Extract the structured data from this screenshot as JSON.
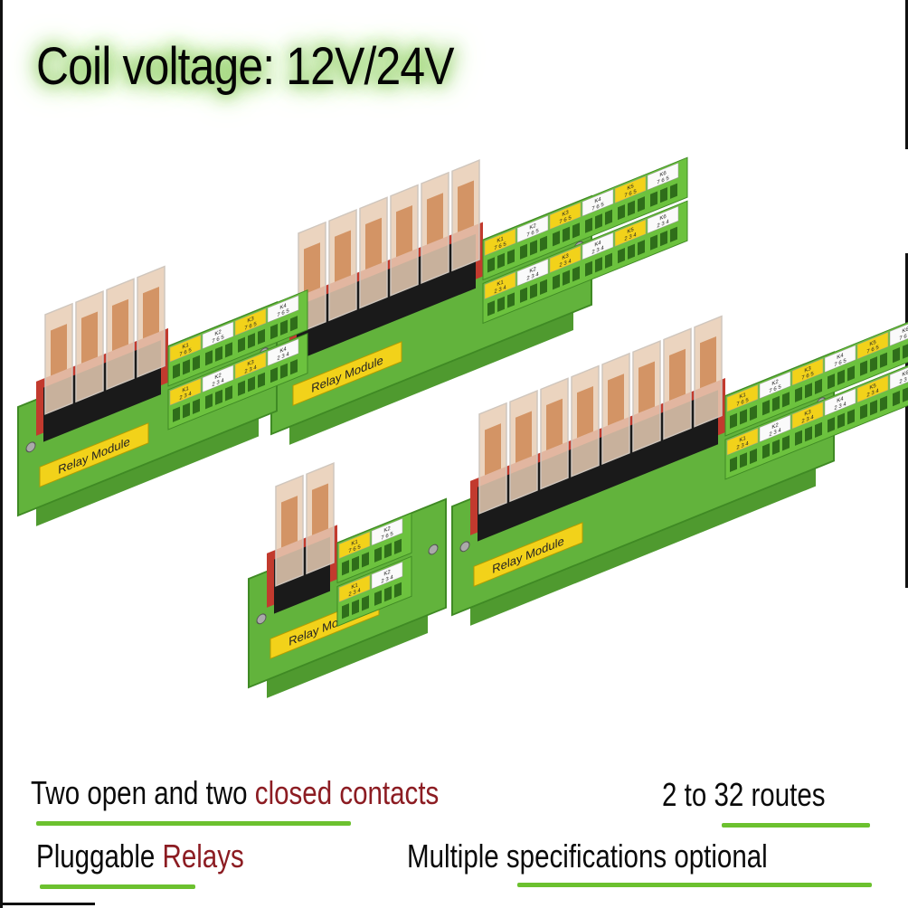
{
  "title": "Coil voltage:  12V/24V",
  "captions": {
    "contacts_black": "Two open and two ",
    "contacts_red": "closed contacts",
    "routes": "2 to 32 routes",
    "pluggable_black": "Pluggable ",
    "pluggable_red": "Relays",
    "specs": "Multiple specifications optional"
  },
  "colors": {
    "accent_green": "#6cc12f",
    "caption_red": "#8c1c22",
    "module_green": "#62b33c",
    "label_yellow": "#f2d21a",
    "pcb_red": "#c23a2e"
  },
  "product": {
    "module_label": "Relay Module",
    "terminal_top_numbers": "7 6 5",
    "terminal_bottom_numbers": "2 3 4",
    "modules": [
      {
        "name": "six-channel",
        "relays": 6
      },
      {
        "name": "four-channel",
        "relays": 4
      },
      {
        "name": "eight-channel",
        "relays": 8
      },
      {
        "name": "two-channel",
        "relays": 2
      }
    ]
  }
}
